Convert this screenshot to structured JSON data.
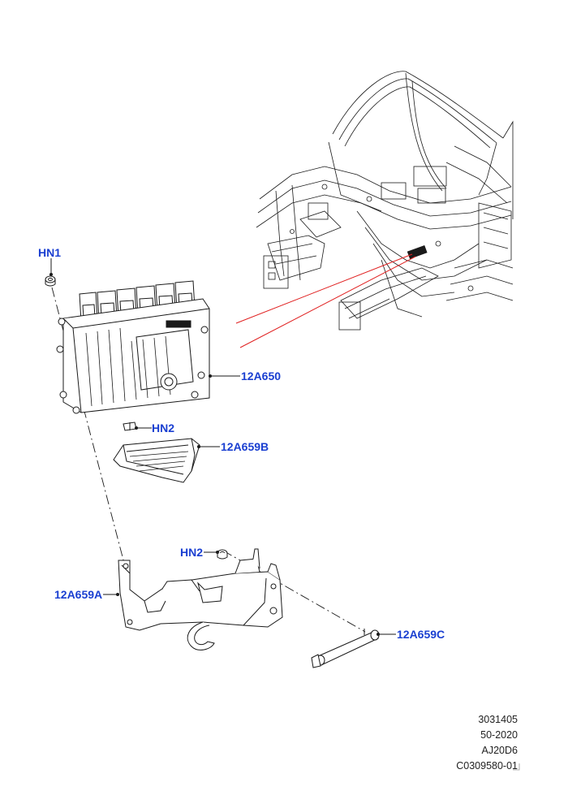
{
  "callouts": {
    "hn1": "HN1",
    "ecm": "12A650",
    "hn2_upper": "HN2",
    "shield": "12A659B",
    "hn2_lower": "HN2",
    "bracket": "12A659A",
    "strap": "12A659C"
  },
  "footer": {
    "line1": "3031405",
    "line2": "50-2020",
    "line3": "AJ20D6",
    "line4": "C0309580-01"
  },
  "colors": {
    "callout": "#1a3fd1",
    "locator_line": "#e02020",
    "drawing": "#1a1a1a"
  }
}
